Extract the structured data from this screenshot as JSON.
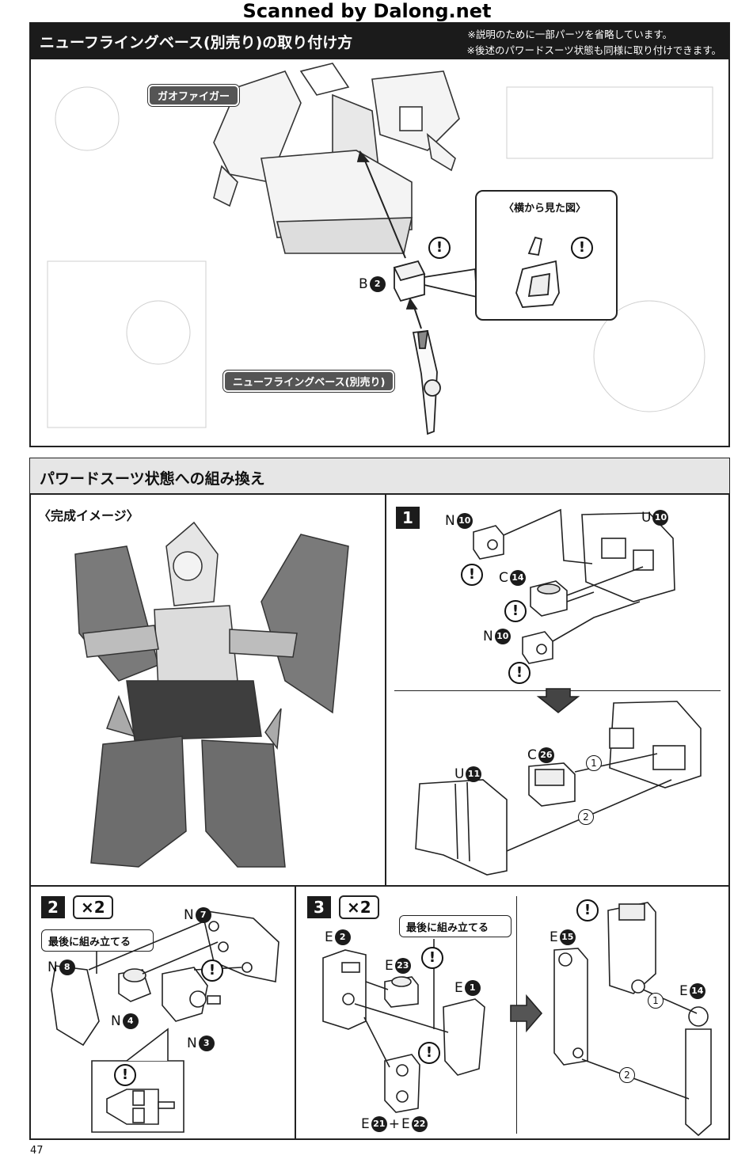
{
  "watermark": "Scanned by Dalong.net",
  "section1": {
    "title": "ニューフライングベース(別売り)の取り付け方",
    "note1": "※説明のために一部パーツを省略しています。",
    "note2": "※後述のパワードスーツ状態も同様に取り付けできます。",
    "robot_label": "ガオファイガー",
    "side_view_label": "〈横から見た図〉",
    "part_letter": "B",
    "part_number": "2",
    "base_label": "ニューフライングベース(別売り)"
  },
  "section2": {
    "title": "パワードスーツ状態への組み換え",
    "finished_label": "〈完成イメージ〉"
  },
  "step1": {
    "number": "1",
    "parts": [
      {
        "letter": "N",
        "num": "10"
      },
      {
        "letter": "U",
        "num": "10"
      },
      {
        "letter": "C",
        "num": "14"
      },
      {
        "letter": "N",
        "num": "10"
      },
      {
        "letter": "C",
        "num": "26"
      },
      {
        "letter": "U",
        "num": "11"
      }
    ],
    "arrows": [
      "1",
      "2"
    ]
  },
  "step2": {
    "number": "2",
    "multiplier": "×2",
    "last_assemble": "最後に組み立てる",
    "parts": [
      {
        "letter": "N",
        "num": "7"
      },
      {
        "letter": "N",
        "num": "8"
      },
      {
        "letter": "N",
        "num": "4"
      },
      {
        "letter": "N",
        "num": "3"
      }
    ]
  },
  "step3": {
    "number": "3",
    "multiplier": "×2",
    "last_assemble": "最後に組み立てる",
    "parts": [
      {
        "letter": "E",
        "num": "2"
      },
      {
        "letter": "E",
        "num": "23"
      },
      {
        "letter": "E",
        "num": "1"
      },
      {
        "letter": "E",
        "num": "21"
      },
      {
        "letter": "E",
        "num": "22"
      },
      {
        "letter": "E",
        "num": "15"
      },
      {
        "letter": "E",
        "num": "14"
      }
    ],
    "combine_symbol": "+",
    "arrows": [
      "1",
      "2"
    ]
  },
  "warning_symbol": "!",
  "page_number": "47"
}
